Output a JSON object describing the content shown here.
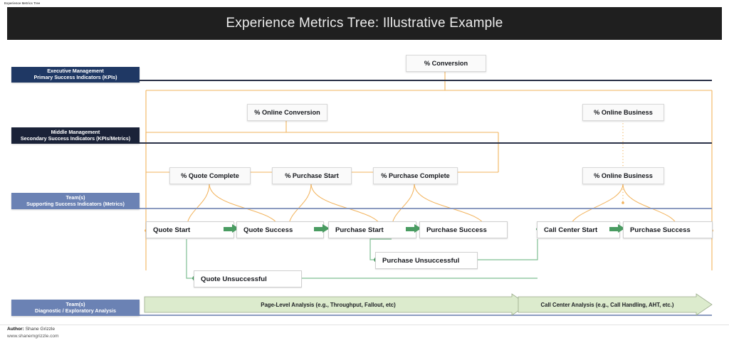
{
  "document_tab": "Experience Metrics Tree",
  "banner": {
    "title": "Experience Metrics Tree: Illustrative Example"
  },
  "lanes": [
    {
      "line1": "Executive Management",
      "line2": "Primary Success Indicators (KPIs)"
    },
    {
      "line1": "Middle Management",
      "line2": "Secondary  Success Indicators (KPIs/Metrics)"
    },
    {
      "line1": "Team(s)",
      "line2": "Supporting  Success Indicators (Metrics)"
    },
    {
      "line1": "Team(s)",
      "line2": "Diagnostic / Exploratory Analysis"
    }
  ],
  "nodes": {
    "kpi": [
      {
        "label": "% Conversion"
      }
    ],
    "secondary": [
      {
        "label": "% Online Conversion"
      },
      {
        "label": "% Online Business"
      }
    ],
    "supporting": [
      {
        "label": "% Quote Complete"
      },
      {
        "label": "% Purchase Start"
      },
      {
        "label": "% Purchase Complete"
      },
      {
        "label": "% Online Business"
      }
    ],
    "process": [
      {
        "label": "Quote Start"
      },
      {
        "label": "Quote Success"
      },
      {
        "label": "Purchase Start"
      },
      {
        "label": "Purchase Success"
      },
      {
        "label": "Call Center Start"
      },
      {
        "label": "Purchase Success"
      }
    ],
    "exceptions": [
      {
        "label": "Purchase Unsuccessful"
      },
      {
        "label": "Quote Unsuccessful"
      }
    ]
  },
  "analysis_bands": [
    {
      "label": "Page-Level Analysis (e.g., Throughput, Fallout, etc)"
    },
    {
      "label": "Call Center Analysis (e.g., Call Handling, AHT, etc.)"
    }
  ],
  "footer": {
    "author_label": "Author:",
    "author_name": " Shane Grizzle",
    "website": "www.shanemgrizzle.com"
  },
  "colors": {
    "banner_bg": "#1f1f1f",
    "lane_navy": "#1f3864",
    "lane_ink": "#1a2238",
    "lane_slate": "#6b82b4",
    "connector_orange": "#f2b35c",
    "flow_green": "#4a9c62",
    "band_green_fill": "#dcebcd",
    "rule_dark": "#2b3147",
    "rule_light": "#8c9bc0"
  }
}
